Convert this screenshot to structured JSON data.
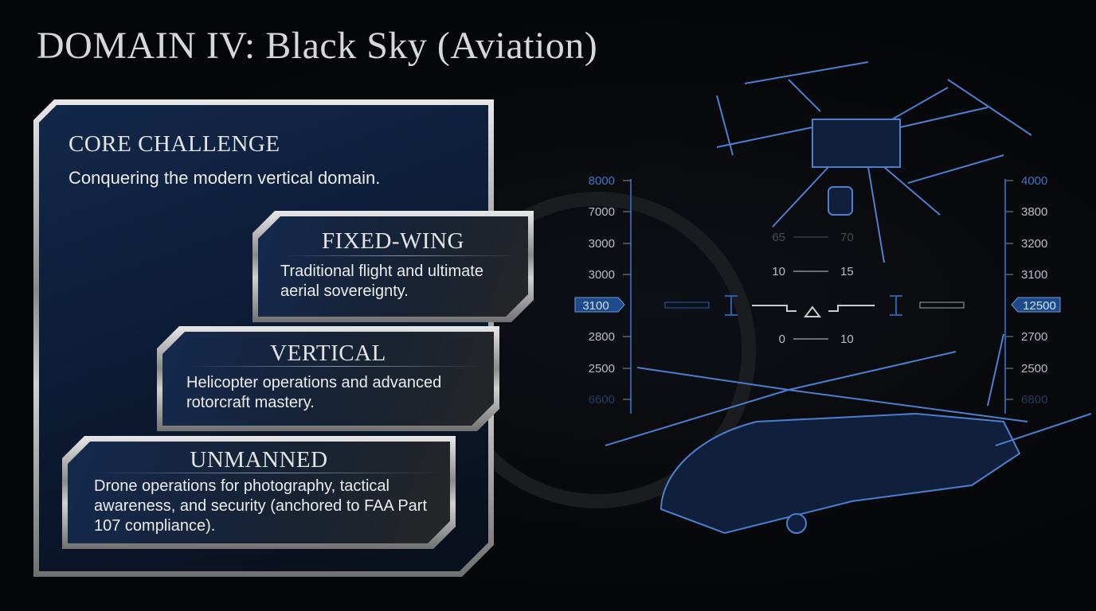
{
  "title": "DOMAIN IV: Black Sky (Aviation)",
  "core": {
    "heading": "CORE CHALLENGE",
    "text": "Conquering the modern vertical domain."
  },
  "cards": [
    {
      "heading": "FIXED-WING",
      "text": "Traditional flight and ultimate aerial sovereignty."
    },
    {
      "heading": "VERTICAL",
      "text": "Helicopter operations and advanced rotorcraft mastery."
    },
    {
      "heading": "UNMANNED",
      "text": "Drone operations for photography, tactical awareness, and security (anchored to FAA Part 107 compliance)."
    }
  ],
  "hud": {
    "left_scale": [
      "8000",
      "7000",
      "3000",
      "3000",
      "2800",
      "2500",
      "6600"
    ],
    "left_readout": "3100",
    "right_scale": [
      "4000",
      "3800",
      "3200",
      "3100",
      "2700",
      "2500",
      "6800"
    ],
    "right_readout": "12500",
    "pitch": [
      [
        "65",
        "70"
      ],
      [
        "10",
        "15"
      ],
      [
        "0",
        "10"
      ]
    ],
    "accent": "#2a5ea8"
  }
}
